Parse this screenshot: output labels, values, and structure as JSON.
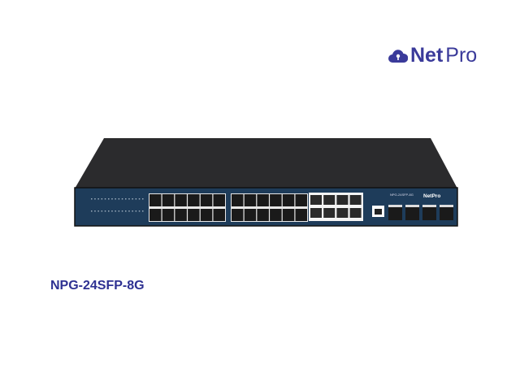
{
  "brand": {
    "name_bold": "Net",
    "name_light": "Pro",
    "color": "#3a3a9a",
    "icon": "cloud-lock-icon"
  },
  "product": {
    "model": "NPG-24SFP-8G",
    "model_color": "#2e3192"
  },
  "device": {
    "panel_model": "NPG-24SFP-8G",
    "panel_logo": "NetPro",
    "body_color": "#2b2b2d",
    "panel_color": "#1e3c5a",
    "sfp_ports": 24,
    "rj45_ports": 8,
    "uplink_sfp_ports": 4,
    "console_ports": 1
  }
}
